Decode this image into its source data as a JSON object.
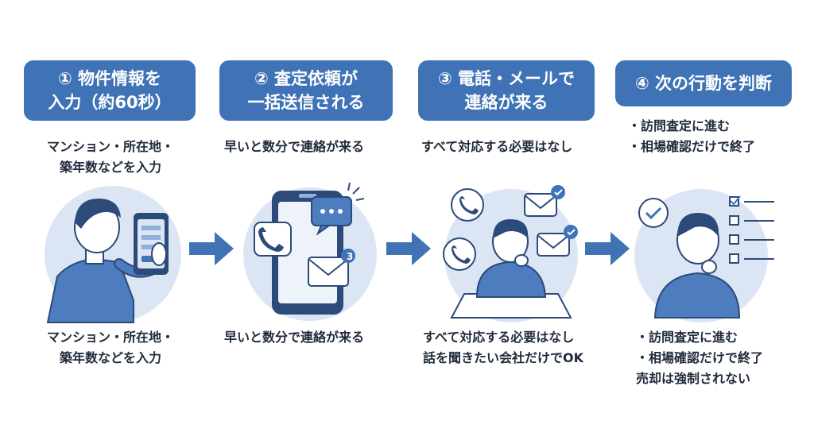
{
  "colors": {
    "primary": "#3f73b5",
    "circle_bg": "#dbe5f3",
    "outline": "#2c4a7a",
    "arrow": "#3f73b5"
  },
  "steps": [
    {
      "title_lines": [
        "① 物件情報を",
        "入力（約60秒）"
      ],
      "top_lines": [
        "マンション・所在地・",
        "築年数などを入力"
      ],
      "bottom_lines": [
        "マンション・所在地・",
        "築年数などを入力"
      ],
      "icons": [
        "person-with-phone-icon"
      ]
    },
    {
      "title_lines": [
        "② 査定依頼が",
        "一括送信される"
      ],
      "top_lines": [
        "早いと数分で連絡が来る"
      ],
      "bottom_lines": [
        "早いと数分で連絡が来る"
      ],
      "badge_count": "3",
      "icons": [
        "smartphone-icon",
        "chat-bubble-icon",
        "phone-call-icon",
        "mail-icon"
      ]
    },
    {
      "title_lines": [
        "③ 電話・メールで",
        "連絡が来る"
      ],
      "top_lines": [
        "すべて対応する必要はなし"
      ],
      "bottom_lines": [
        "すべて対応する必要はなし",
        "話を聞きたい会社だけでOK"
      ],
      "icons": [
        "thinking-person-icon",
        "phone-call-icon",
        "mail-check-icon"
      ]
    },
    {
      "title_lines": [
        "④ 次の行動を判断"
      ],
      "top_lines": [
        "・訪問査定に進む",
        "・相場確認だけで終了"
      ],
      "bottom_lines": [
        "・訪問査定に進む",
        "・相場確認だけで終了",
        "売却は強制されない"
      ],
      "icons": [
        "deciding-person-icon",
        "checkmark-icon",
        "checklist-icon"
      ]
    }
  ]
}
